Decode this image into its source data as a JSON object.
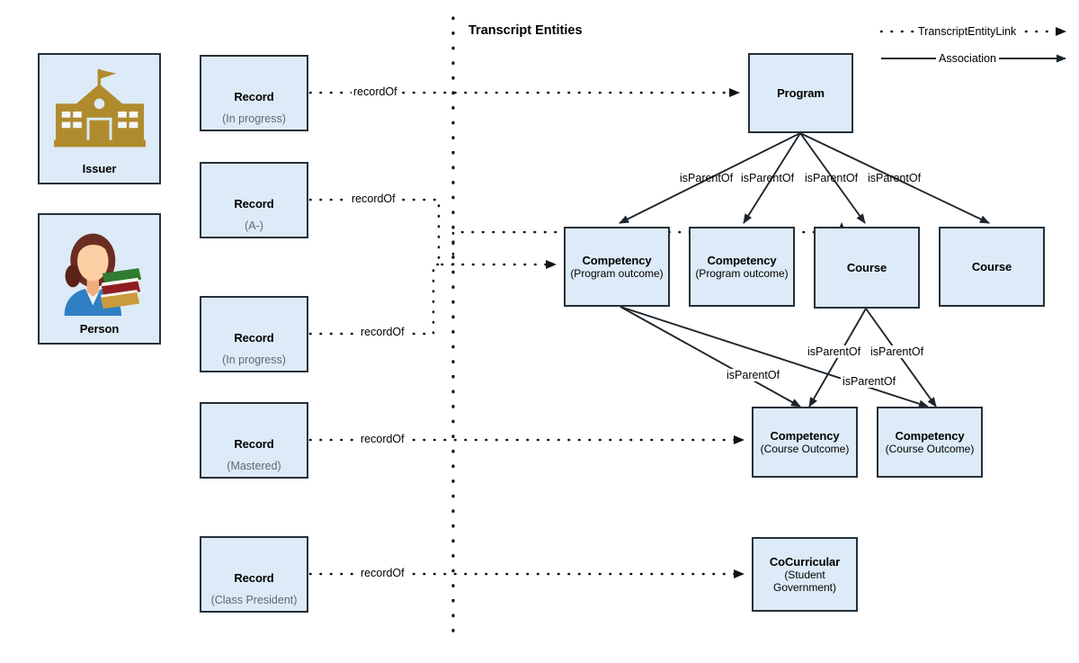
{
  "diagram": {
    "title": "Transcript Entities",
    "accent_fill": "#dcebf7",
    "accent_stroke": "#262f38",
    "issuer_icon_color": "#b08b2e"
  },
  "legend": {
    "items": [
      {
        "label": "TranscriptEntityLink",
        "style": "dotted-arrow"
      },
      {
        "label": "Association",
        "style": "solid-arrow"
      }
    ]
  },
  "actors": [
    {
      "name": "Issuer",
      "icon": "schoolhouse-icon"
    },
    {
      "name": "Person",
      "icon": "student-avatar-icon"
    }
  ],
  "records": [
    {
      "title": "Record",
      "status": "(In progress)"
    },
    {
      "title": "Record",
      "status": "(A-)"
    },
    {
      "title": "Record",
      "status": "(In progress)"
    },
    {
      "title": "Record",
      "status": "(Mastered)"
    },
    {
      "title": "Record",
      "status": "(Class President)"
    }
  ],
  "entities": [
    {
      "title": "Program",
      "sub": ""
    },
    {
      "title": "Competency",
      "sub": "(Program outcome)"
    },
    {
      "title": "Competency",
      "sub": "(Program outcome)"
    },
    {
      "title": "Course",
      "sub": ""
    },
    {
      "title": "Course",
      "sub": ""
    },
    {
      "title": "Competency",
      "sub": "(Course Outcome)"
    },
    {
      "title": "Competency",
      "sub": "(Course Outcome)"
    },
    {
      "title": "CoCurricular",
      "sub": "(Student Government)"
    }
  ],
  "edge_labels": {
    "record_of": "recordOf",
    "is_parent_of": "isParentOf"
  },
  "links": [
    {
      "from": "Record (In progress)",
      "to": "Program",
      "label": "recordOf",
      "type": "TranscriptEntityLink"
    },
    {
      "from": "Record (A-)",
      "to": "Competency (Program outcome)",
      "label": "recordOf",
      "type": "TranscriptEntityLink"
    },
    {
      "from": "Record (In progress)",
      "to": "Course",
      "label": "recordOf",
      "type": "TranscriptEntityLink"
    },
    {
      "from": "Record (Mastered)",
      "to": "Competency (Course Outcome)",
      "label": "recordOf",
      "type": "TranscriptEntityLink"
    },
    {
      "from": "Record (Class President)",
      "to": "CoCurricular (Student Government)",
      "label": "recordOf",
      "type": "TranscriptEntityLink"
    },
    {
      "from": "Program",
      "to": "Competency (Program outcome)",
      "label": "isParentOf",
      "type": "Association"
    },
    {
      "from": "Program",
      "to": "Competency (Program outcome)",
      "label": "isParentOf",
      "type": "Association"
    },
    {
      "from": "Program",
      "to": "Course",
      "label": "isParentOf",
      "type": "Association"
    },
    {
      "from": "Program",
      "to": "Course",
      "label": "isParentOf",
      "type": "Association"
    },
    {
      "from": "Competency (Program outcome)",
      "to": "Competency (Course Outcome)",
      "label": "isParentOf",
      "type": "Association"
    },
    {
      "from": "Competency (Program outcome)",
      "to": "Competency (Course Outcome)",
      "label": "isParentOf",
      "type": "Association"
    },
    {
      "from": "Course",
      "to": "Competency (Course Outcome)",
      "label": "isParentOf",
      "type": "Association"
    },
    {
      "from": "Course",
      "to": "Competency (Course Outcome)",
      "label": "isParentOf",
      "type": "Association"
    }
  ],
  "isparent_labels": {
    "row1": [
      "isParentOf",
      "isParentOf",
      "isParentOf",
      "isParentOf"
    ],
    "row2_left": "isParentOf",
    "row2_mid_a": "isParentOf",
    "row2_mid_b": "isParentOf",
    "row2_low": "isParentOf"
  }
}
